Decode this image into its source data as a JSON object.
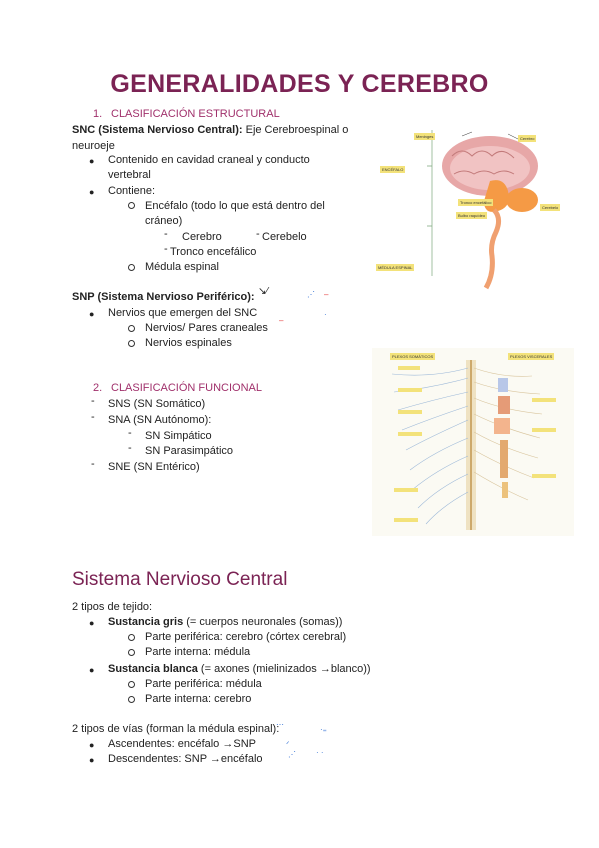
{
  "title": "GENERALIDADES Y CEREBRO",
  "section1": {
    "num": "1.",
    "heading": "CLASIFICACIÓN ESTRUCTURAL",
    "snc_bold": "SNC (Sistema Nervioso Central):",
    "snc_rest": " Eje Cerebroespinal o",
    "snc_line2": "neuroeje",
    "b1": "Contenido en cavidad craneal y conducto",
    "b1_cont": "vertebral",
    "b2": "Contiene:",
    "c1": "Encéfalo (todo lo que está dentro del",
    "c1_cont": "cráneo)",
    "d1": "Cerebro",
    "d2": "Cerebelo",
    "d3": "Tronco encefálico",
    "c2": "Médula espinal",
    "snp_bold": "SNP (Sistema Nervioso Periférico):",
    "b3": "Nervios que emergen del SNC",
    "c3": "Nervios/ Pares craneales",
    "c4": "Nervios espinales"
  },
  "section2": {
    "num": "2.",
    "heading": "CLASIFICACIÓN FUNCIONAL",
    "i1": "SNS (SN Somático)",
    "i2": "SNA (SN Autónomo):",
    "i2a": "SN Simpático",
    "i2b": "SN Parasimpático",
    "i3": "SNE (SN Entérico)"
  },
  "figure1": {
    "labels": {
      "meninges": "Meninges",
      "cerebro": "Cerebro",
      "encefalo": "ENCÉFALO",
      "tronco": "Tronco encefálico",
      "bulbo": "Bulbo raquídeo",
      "cerebelo": "Cerebelo",
      "medula": "MÉDULA ESPINAL"
    }
  },
  "figure2": {
    "labels": {
      "left": "PLEXOS SOMÁTICOS",
      "right": "PLEXOS VISCERALES"
    }
  },
  "snc_section": {
    "heading": "Sistema Nervioso Central",
    "intro": "2 tipos de tejido:",
    "gris_bold": "Sustancia gris",
    "gris_rest": " (= cuerpos neuronales (somas))",
    "g1": "Parte periférica: cerebro (córtex cerebral)",
    "g2": "Parte interna: médula",
    "blanca_bold": "Sustancia blanca",
    "blanca_rest": " (= axones (mielinizados →blanco))",
    "w1": "Parte periférica: médula",
    "w2": "Parte interna: cerebro",
    "vias": "2 tipos de vías (forman la médula espinal):",
    "v1": "Ascendentes: encéfalo →SNP",
    "v2": "Descendentes: SNP →encéfalo"
  },
  "colors": {
    "heading": "#7b2354",
    "accent": "#a0306b"
  }
}
